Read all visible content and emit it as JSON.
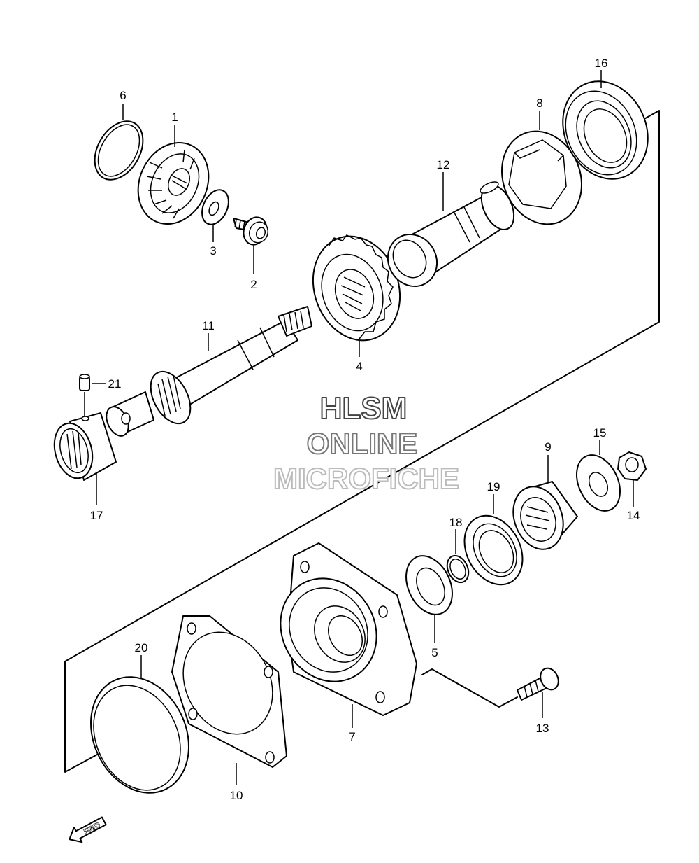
{
  "callouts": [
    {
      "num": "1"
    },
    {
      "num": "2"
    },
    {
      "num": "3"
    },
    {
      "num": "4"
    },
    {
      "num": "5"
    },
    {
      "num": "6"
    },
    {
      "num": "7"
    },
    {
      "num": "8"
    },
    {
      "num": "9"
    },
    {
      "num": "10"
    },
    {
      "num": "11"
    },
    {
      "num": "12"
    },
    {
      "num": "13"
    },
    {
      "num": "14"
    },
    {
      "num": "15"
    },
    {
      "num": "16"
    },
    {
      "num": "17"
    },
    {
      "num": "18"
    },
    {
      "num": "19"
    },
    {
      "num": "20"
    },
    {
      "num": "21"
    }
  ],
  "watermark": {
    "line1": "HLSM",
    "line2": "ONLINE",
    "line3": "MICROFICHE"
  },
  "fwd_arrow": {
    "label": "FWD"
  }
}
